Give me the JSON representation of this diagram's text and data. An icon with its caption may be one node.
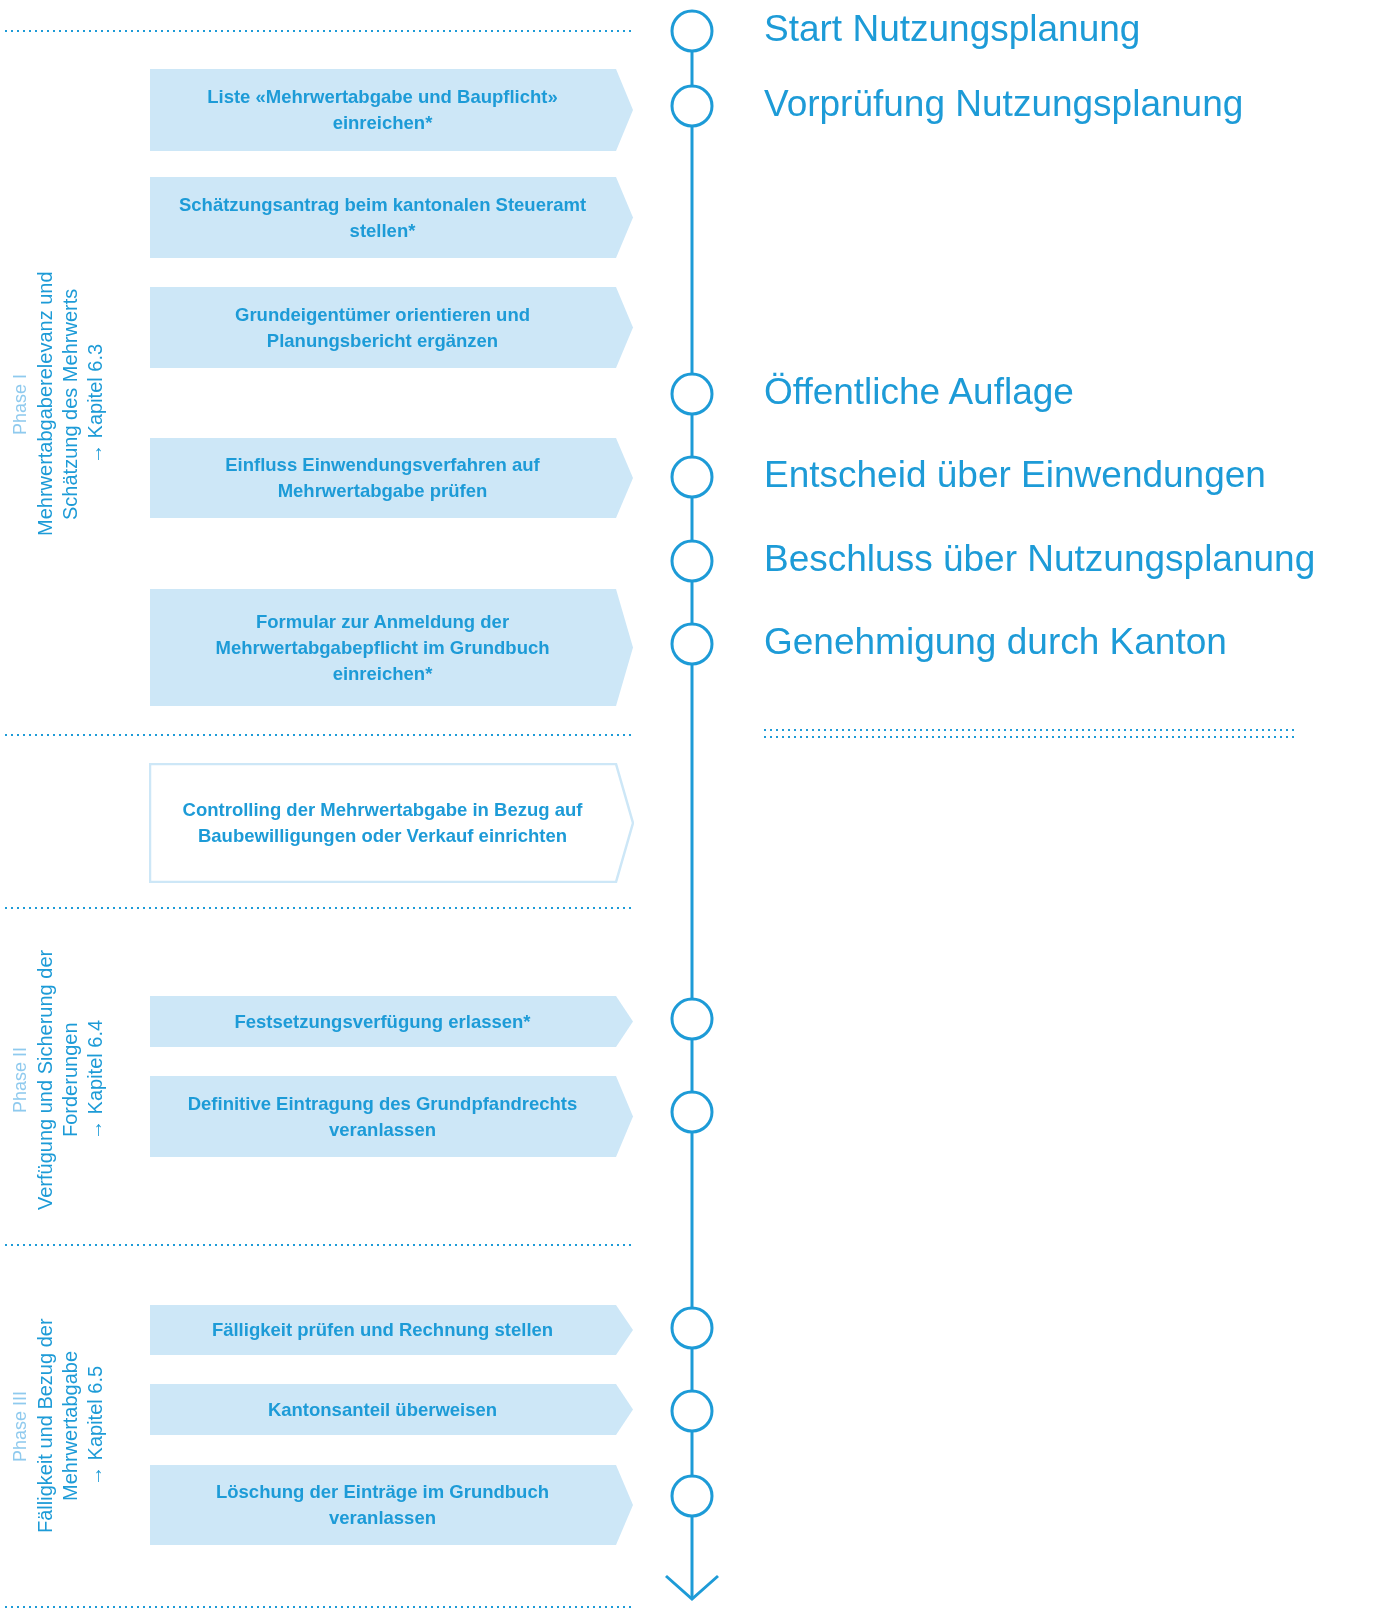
{
  "diagram": {
    "nodes": [
      {
        "text": [],
        "shape": "circle",
        "beside": [
          "Start Nutzungsplanung"
        ]
      },
      {
        "text": [],
        "shape": "circle",
        "beside": [
          "Vorprüfung Nutzungsplanung"
        ]
      },
      {
        "text": [
          "Liste «Mehrwertabgabe und Baupflicht» einreichen*"
        ]
      },
      {
        "text": [
          "Schätzungsantrag beim kantonalen Steueramt stellen*"
        ]
      },
      {
        "text": [
          "Grundeigentümer orientieren und Planungsbericht ergänzen"
        ]
      },
      {
        "text": [],
        "shape": "circle",
        "beside": [
          "Öffentliche Auflage"
        ]
      },
      {
        "text": [
          "Einfluss Einwendungsverfahren auf Mehrwertabgabe prüfen"
        ]
      },
      {
        "text": [],
        "shape": "circle",
        "beside": [
          "Entscheid über Einwendungen"
        ]
      },
      {
        "text": [],
        "shape": "circle",
        "beside": [
          "Beschluss über Nutzungsplanung"
        ]
      },
      {
        "text": [
          "Formular zur Anmeldung der Mehrwertabgabepflicht im Grundbuch einreichen*"
        ]
      },
      {
        "text": [],
        "shape": "circle",
        "beside": [
          "Genehmigung durch Kanton"
        ]
      },
      {
        "text": [
          "Controlling der Mehrwertabgabe in Bezug auf Baubewilligungen oder Verkauf einrichten"
        ]
      },
      {
        "text": [
          "Festsetzungsverfügung erlassen*"
        ]
      },
      {
        "text": [],
        "shape": "circle"
      },
      {
        "text": [
          "Definitive Eintragung des Grundpfandrechts veranlassen"
        ]
      },
      {
        "text": [],
        "shape": "circle"
      },
      {
        "text": [
          "Fälligkeit prüfen und Rechnung stellen"
        ]
      },
      {
        "text": [],
        "shape": "circle"
      },
      {
        "text": [
          "Kantonsanteil überweisen"
        ]
      },
      {
        "text": [],
        "shape": "circle"
      },
      {
        "text": [
          "Löschung der Einträge im Grundbuch veranlassen"
        ]
      },
      {
        "text": [],
        "shape": "circle"
      }
    ],
    "edges": [
      {
        "from": 0,
        "to": 1,
        "arrow": "none"
      },
      {
        "from": 1,
        "to": 5,
        "arrow": "none"
      },
      {
        "from": 5,
        "to": 7,
        "arrow": "none"
      },
      {
        "from": 7,
        "to": 8,
        "arrow": "none"
      },
      {
        "from": 8,
        "to": 10,
        "arrow": "none"
      },
      {
        "from": 10,
        "to": 13,
        "arrow": "none"
      },
      {
        "from": 13,
        "to": 15,
        "arrow": "none"
      },
      {
        "from": 15,
        "to": 17,
        "arrow": "none"
      },
      {
        "from": 17,
        "to": 19,
        "arrow": "none"
      },
      {
        "from": 19,
        "to": 21,
        "arrow": "none"
      },
      {
        "from": 21,
        "to": null,
        "arrow": "to"
      }
    ],
    "labels": [
      "Phase I",
      "Mehrwertabgaberelevanz und Schätzung des Mehrwerts",
      "→ Kapitel 6.3",
      "Phase II",
      "Verfügung und Sicherung der Forderungen",
      "→ Kapitel 6.4",
      "Phase III",
      "Fälligkeit und Bezug der Mehrwertabgabe",
      "→ Kapitel 6.5"
    ]
  }
}
